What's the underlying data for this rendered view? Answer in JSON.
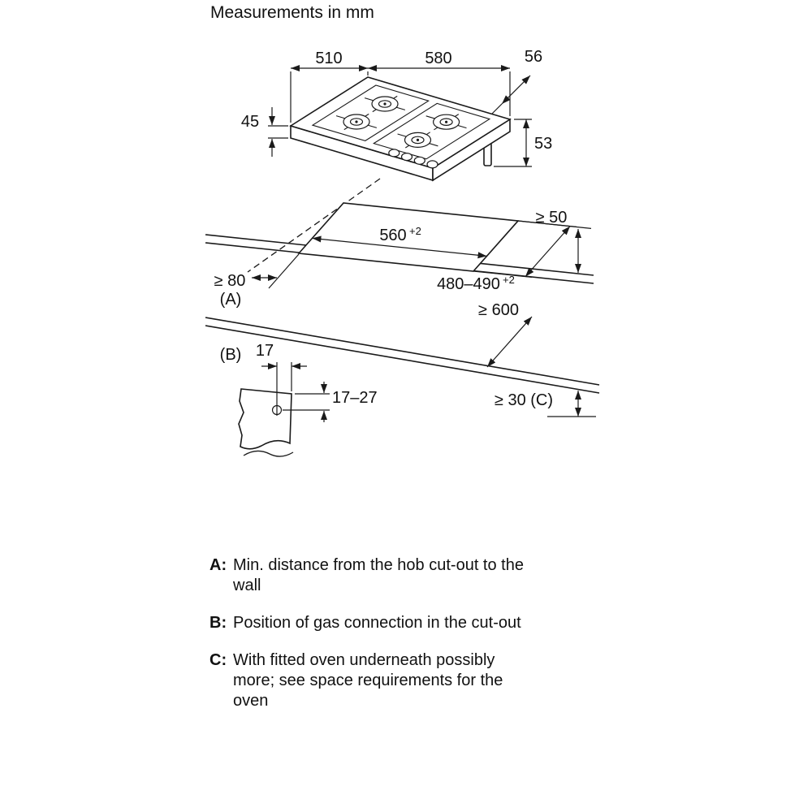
{
  "title": "Measurements in mm",
  "hob": {
    "dim_depth": "510",
    "dim_width": "580",
    "dim_gas_offset": "56",
    "dim_height": "45",
    "dim_gas_height": "53"
  },
  "cutout": {
    "clearance_back": "≥ 50",
    "width": "560",
    "width_sup": "+2",
    "clearance_left": "≥ 80",
    "label_a": "(A)",
    "depth": "480–490",
    "depth_sup": "+2",
    "worktop_depth": "≥ 600"
  },
  "gas_detail": {
    "label_b": "(B)",
    "dim_offset": "17",
    "dim_depth": "17–27",
    "clearance_below": "≥ 30 (C)"
  },
  "legend": {
    "items": [
      {
        "key": "A:",
        "lines": [
          "Min. distance from the hob cut-out to the",
          "wall"
        ]
      },
      {
        "key": "B:",
        "lines": [
          "Position of gas connection in the cut-out"
        ]
      },
      {
        "key": "C:",
        "lines": [
          "With fitted oven underneath possibly",
          "more; see space requirements for the",
          "oven"
        ]
      }
    ]
  },
  "colors": {
    "line": "#1a1a1a",
    "background": "#ffffff"
  }
}
